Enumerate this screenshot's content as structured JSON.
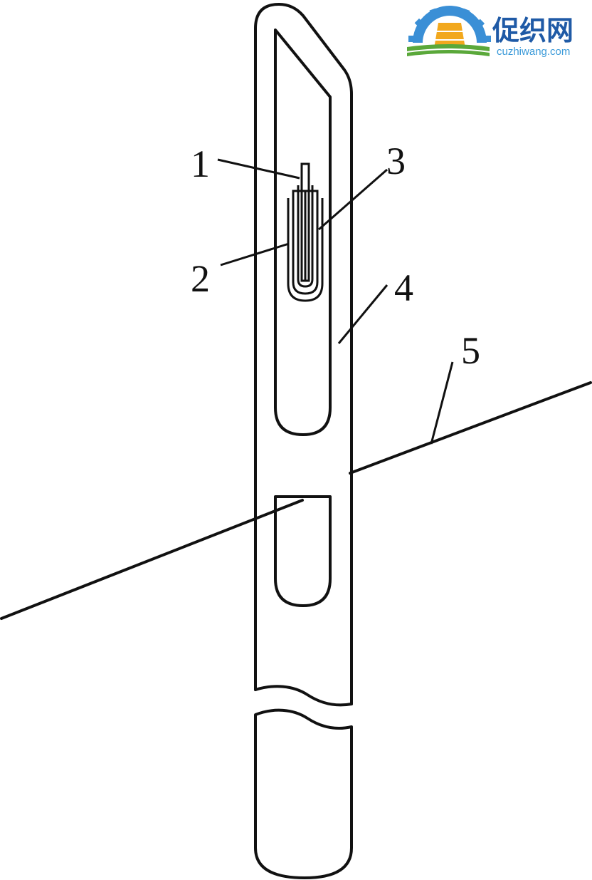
{
  "labels": {
    "part1": "1",
    "part2": "2",
    "part3": "3",
    "part4": "4",
    "part5": "5"
  },
  "logo": {
    "title": "促织网",
    "url_text": "cuzhiwang.com",
    "colors": {
      "title": "#1f5aa6",
      "url": "#3a9ad9",
      "gear": "#3a8fd6",
      "spool": "#f2a81d",
      "green": "#5aa83a"
    }
  },
  "colors": {
    "line": "#111111",
    "background": "#ffffff"
  }
}
